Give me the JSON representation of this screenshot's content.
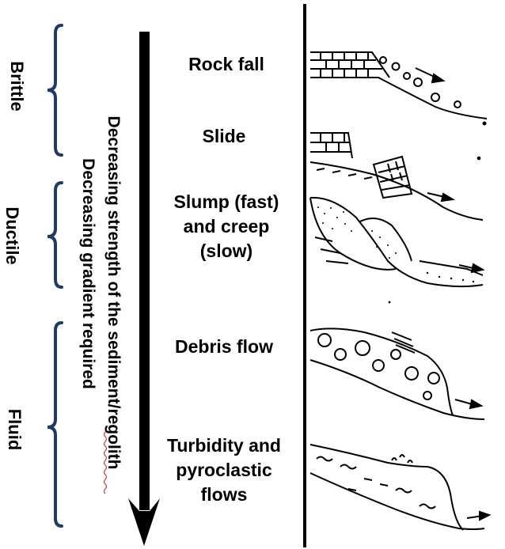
{
  "categories": {
    "brittle": "Brittle",
    "ductile": "Ductile",
    "fluid": "Fluid"
  },
  "axes": {
    "gradient": "Decreasing gradient required",
    "strength": "Decreasing strength of the sediment/regolith"
  },
  "processes": {
    "rock_fall": "Rock fall",
    "slide": "Slide",
    "slump": "Slump (fast)\nand creep\n(slow)",
    "debris_flow": "Debris flow",
    "turbidity": "Turbidity and\npyroclastic\nflows"
  },
  "colors": {
    "ink": "#000000",
    "underline": "#d23b3b"
  }
}
